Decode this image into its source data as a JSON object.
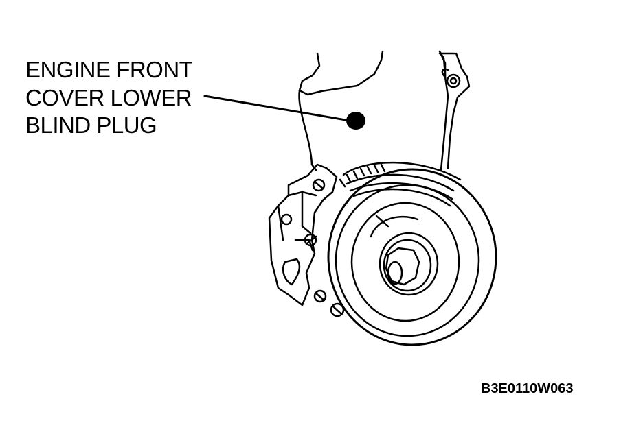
{
  "callout": {
    "lines": [
      "ENGINE FRONT",
      "COVER LOWER",
      "BLIND PLUG"
    ]
  },
  "figure_code": "B3E0110W063",
  "icons": [
    "blind-plug-marker",
    "crankshaft-pulley",
    "timing-cover",
    "bracket"
  ]
}
